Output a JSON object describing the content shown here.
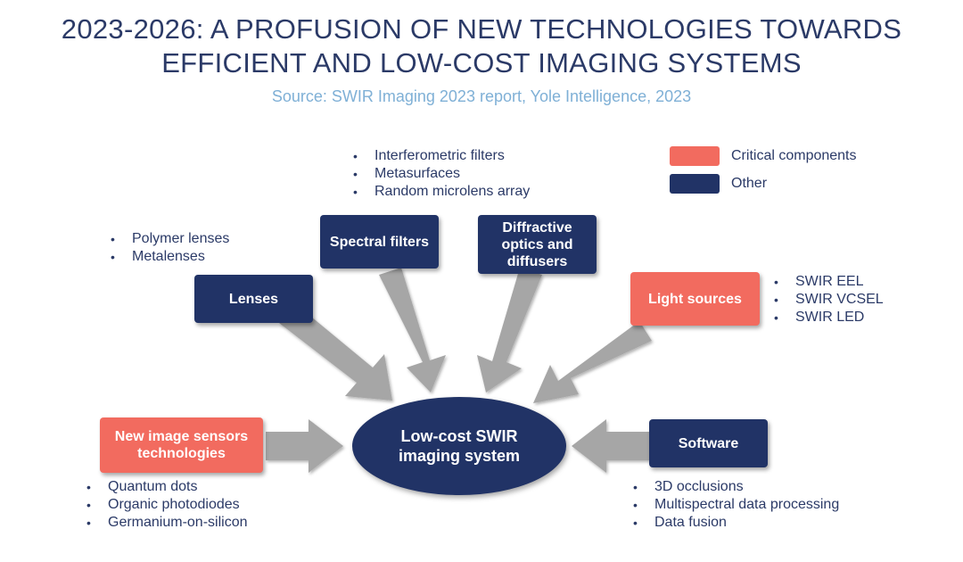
{
  "title": {
    "line1": "2023-2026: A PROFUSION OF NEW TECHNOLOGIES TOWARDS",
    "line2": "EFFICIENT AND LOW-COST IMAGING SYSTEMS"
  },
  "source": "Source: SWIR Imaging 2023 report, Yole Intelligence, 2023",
  "colors": {
    "critical": "#f26b5f",
    "other": "#213366",
    "arrow": "#a6a6a6",
    "text": "#2b3a67",
    "source": "#7fb0d6"
  },
  "legend": {
    "critical_label": "Critical components",
    "other_label": "Other"
  },
  "center": {
    "label": "Low-cost SWIR imaging system"
  },
  "nodes": {
    "lenses": {
      "label": "Lenses",
      "bullets": [
        "Polymer lenses",
        "Metalenses"
      ]
    },
    "spectral_filters": {
      "label": "Spectral filters",
      "bullets": [
        "Interferometric filters",
        "Metasurfaces",
        "Random microlens array"
      ]
    },
    "diffractive": {
      "label": "Diffractive optics and diffusers"
    },
    "light_sources": {
      "label": "Light sources",
      "bullets": [
        "SWIR EEL",
        "SWIR VCSEL",
        "SWIR LED"
      ]
    },
    "image_sensors": {
      "label": "New image sensors technologies",
      "bullets": [
        "Quantum dots",
        "Organic photodiodes",
        "Germanium-on-silicon"
      ]
    },
    "software": {
      "label": "Software",
      "bullets": [
        "3D occlusions",
        "Multispectral data processing",
        "Data fusion"
      ]
    }
  }
}
